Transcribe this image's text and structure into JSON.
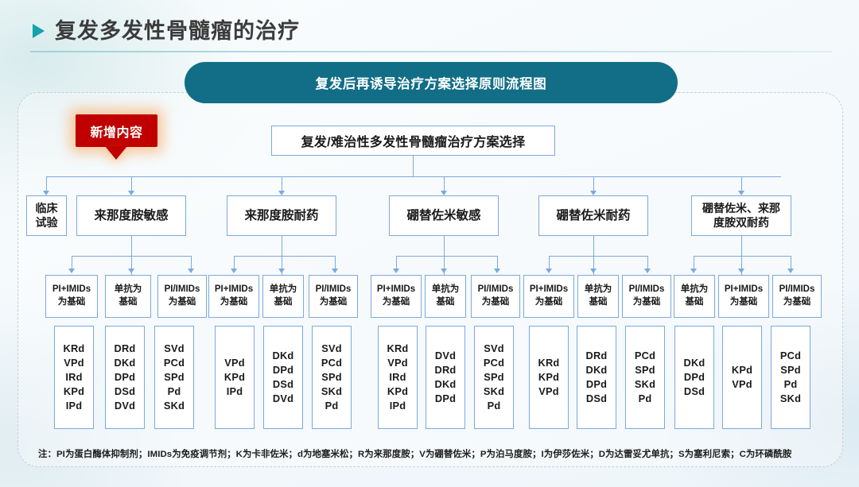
{
  "header": {
    "title": "复发多发性骨髓瘤的治疗",
    "bullet_icon": "play-triangle-icon"
  },
  "title_pill": "复发后再诱导治疗方案选择原则流程图",
  "badge": {
    "label": "新增内容"
  },
  "root": {
    "label": "复发/难治性多发性骨髓瘤治疗方案选择"
  },
  "colors": {
    "teal": "#126e87",
    "box_border": "#7ba9dd",
    "badge_red": "#c00000",
    "accent_triangle": "#13a3ab"
  },
  "categories": [
    {
      "label": "临床\n试验",
      "two_line": true
    },
    {
      "label": "来那度胺敏感",
      "two_line": false
    },
    {
      "label": "来那度胺耐药",
      "two_line": false
    },
    {
      "label": "硼替佐米敏感",
      "two_line": false
    },
    {
      "label": "硼替佐米耐药",
      "two_line": false
    },
    {
      "label": "硼替佐米、来那\n度胺双耐药",
      "two_line": true
    }
  ],
  "branches": [
    {
      "category": "来那度胺敏感",
      "items": [
        {
          "basis": "PI+IMIDs\n为基础",
          "drugs": "KRd\nVPd\nIRd\nKPd\nIPd"
        },
        {
          "basis": "单抗为\n基础",
          "drugs": "DRd\nDKd\nDPd\nDSd\nDVd"
        },
        {
          "basis": "PI/IMIDs\n为基础",
          "drugs": "SVd\nPCd\nSPd\nPd\nSKd"
        }
      ]
    },
    {
      "category": "来那度胺耐药",
      "items": [
        {
          "basis": "PI+IMIDs\n为基础",
          "drugs": "VPd\nKPd\nIPd"
        },
        {
          "basis": "单抗为\n基础",
          "drugs": "DKd\nDPd\nDSd\nDVd"
        },
        {
          "basis": "PI/IMIDs\n为基础",
          "drugs": "SVd\nPCd\nSPd\nSKd\nPd"
        }
      ]
    },
    {
      "category": "硼替佐米敏感",
      "items": [
        {
          "basis": "PI+IMIDs\n为基础",
          "drugs": "KRd\nVPd\nIRd\nKPd\nIPd"
        },
        {
          "basis": "单抗为\n基础",
          "drugs": "DVd\nDRd\nDKd\nDPd"
        },
        {
          "basis": "PI/IMIDs\n为基础",
          "drugs": "SVd\nPCd\nSPd\nSKd\nPd"
        }
      ]
    },
    {
      "category": "硼替佐米耐药",
      "items": [
        {
          "basis": "PI+IMIDs\n为基础",
          "drugs": "KRd\nKPd\nVPd"
        },
        {
          "basis": "单抗为\n基础",
          "drugs": "DRd\nDKd\nDPd\nDSd"
        },
        {
          "basis": "PI/IMIDs\n为基础",
          "drugs": "PCd\nSPd\nSKd\nPd"
        }
      ]
    },
    {
      "category": "硼替佐米、来那度胺双耐药",
      "items": [
        {
          "basis": "单抗为\n基础",
          "drugs": "DKd\nDPd\nDSd"
        },
        {
          "basis": "PI+IMIDs\n为基础",
          "drugs": "KPd\nVPd"
        },
        {
          "basis": "PI/IMIDs\n为基础",
          "drugs": "PCd\nSPd\nPd\nSKd"
        }
      ]
    }
  ],
  "footnote": "注：PI为蛋白酶体抑制剂；IMIDs为免疫调节剂；K为卡非佐米；d为地塞米松；R为来那度胺；V为硼替佐米；P为泊马度胺；I为伊莎佐米；D为达雷妥尤单抗；S为塞利尼索；C为环磷酰胺"
}
